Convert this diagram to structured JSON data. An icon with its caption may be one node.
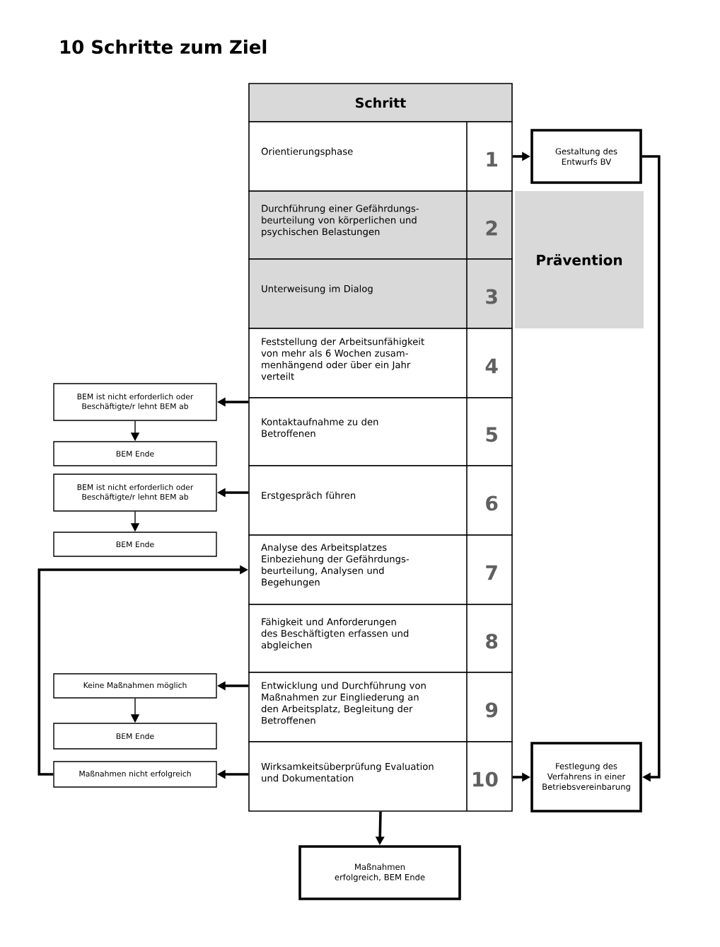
{
  "diagram": {
    "title": "10 Schritte zum Ziel",
    "nodes": [
      {
        "text": [
          "Schritt"
        ]
      },
      {
        "text": [
          "Orientierungsphase",
          "1"
        ]
      },
      {
        "text": [
          "Durchführung einer Gefährdungs- beurteilung von körperlichen und psychischen Belastungen",
          "2"
        ]
      },
      {
        "text": [
          "Unterweisung im Dialog",
          "3"
        ]
      },
      {
        "text": [
          "Feststellung der Arbeitsunfähigkeit von mehr als 6 Wochen zusam- menhängend oder über ein Jahr verteilt",
          "4"
        ]
      },
      {
        "text": [
          "Kontaktaufnahme zu den Betroffenen",
          "5"
        ]
      },
      {
        "text": [
          "Erstgespräch führen",
          "6"
        ]
      },
      {
        "text": [
          "Analyse des Arbeitsplatzes Einbeziehung der Gefährdungs- beurteilung, Analysen und Begehungen",
          "7"
        ]
      },
      {
        "text": [
          "Fähigkeit und Anforderungen des Beschäftigten erfassen und abgleichen",
          "8"
        ]
      },
      {
        "text": [
          "Entwicklung und Durchführung von Maßnahmen zur Eingliederung an den Arbeitsplatz, Begleitung der Betroffenen",
          "9"
        ]
      },
      {
        "text": [
          "Wirksamkeitsüberprüfung Evaluation und Dokumentation",
          "10"
        ]
      },
      {
        "text": [
          "Gestaltung des Entwurfs BV"
        ]
      },
      {
        "text": [
          "Prävention"
        ]
      },
      {
        "text": [
          "BEM ist nicht erforderlich oder Beschäftigte/r lehnt BEM ab"
        ]
      },
      {
        "text": [
          "BEM Ende"
        ]
      },
      {
        "text": [
          "BEM ist nicht erforderlich oder Beschäftigte/r lehnt BEM ab"
        ]
      },
      {
        "text": [
          "BEM Ende"
        ]
      },
      {
        "text": [
          "Keine Maßnahmen möglich"
        ]
      },
      {
        "text": [
          "BEM Ende"
        ]
      },
      {
        "text": [
          "Maßnahmen nicht erfolgreich"
        ]
      },
      {
        "text": [
          "Festlegung des Verfahrens in einer Betriebsvereinbarung"
        ]
      },
      {
        "text": [
          "Maßnahmen erfolgreich, BEM Ende"
        ]
      }
    ],
    "edges": [
      {
        "from": 1,
        "to": 11,
        "arrow": "to"
      },
      {
        "from": 11,
        "to": 20,
        "arrow": "to"
      },
      {
        "from": 5,
        "to": 13,
        "arrow": "to"
      },
      {
        "from": 13,
        "to": 14,
        "arrow": "to"
      },
      {
        "from": 6,
        "to": 15,
        "arrow": "to"
      },
      {
        "from": 15,
        "to": 16,
        "arrow": "to"
      },
      {
        "from": 9,
        "to": 17,
        "arrow": "to"
      },
      {
        "from": 17,
        "to": 18,
        "arrow": "to"
      },
      {
        "from": 10,
        "to": 19,
        "arrow": "to"
      },
      {
        "from": 19,
        "to": 7,
        "arrow": "to"
      },
      {
        "from": 10,
        "to": 20,
        "arrow": "to"
      },
      {
        "from": 10,
        "to": 21,
        "arrow": "to"
      }
    ]
  }
}
